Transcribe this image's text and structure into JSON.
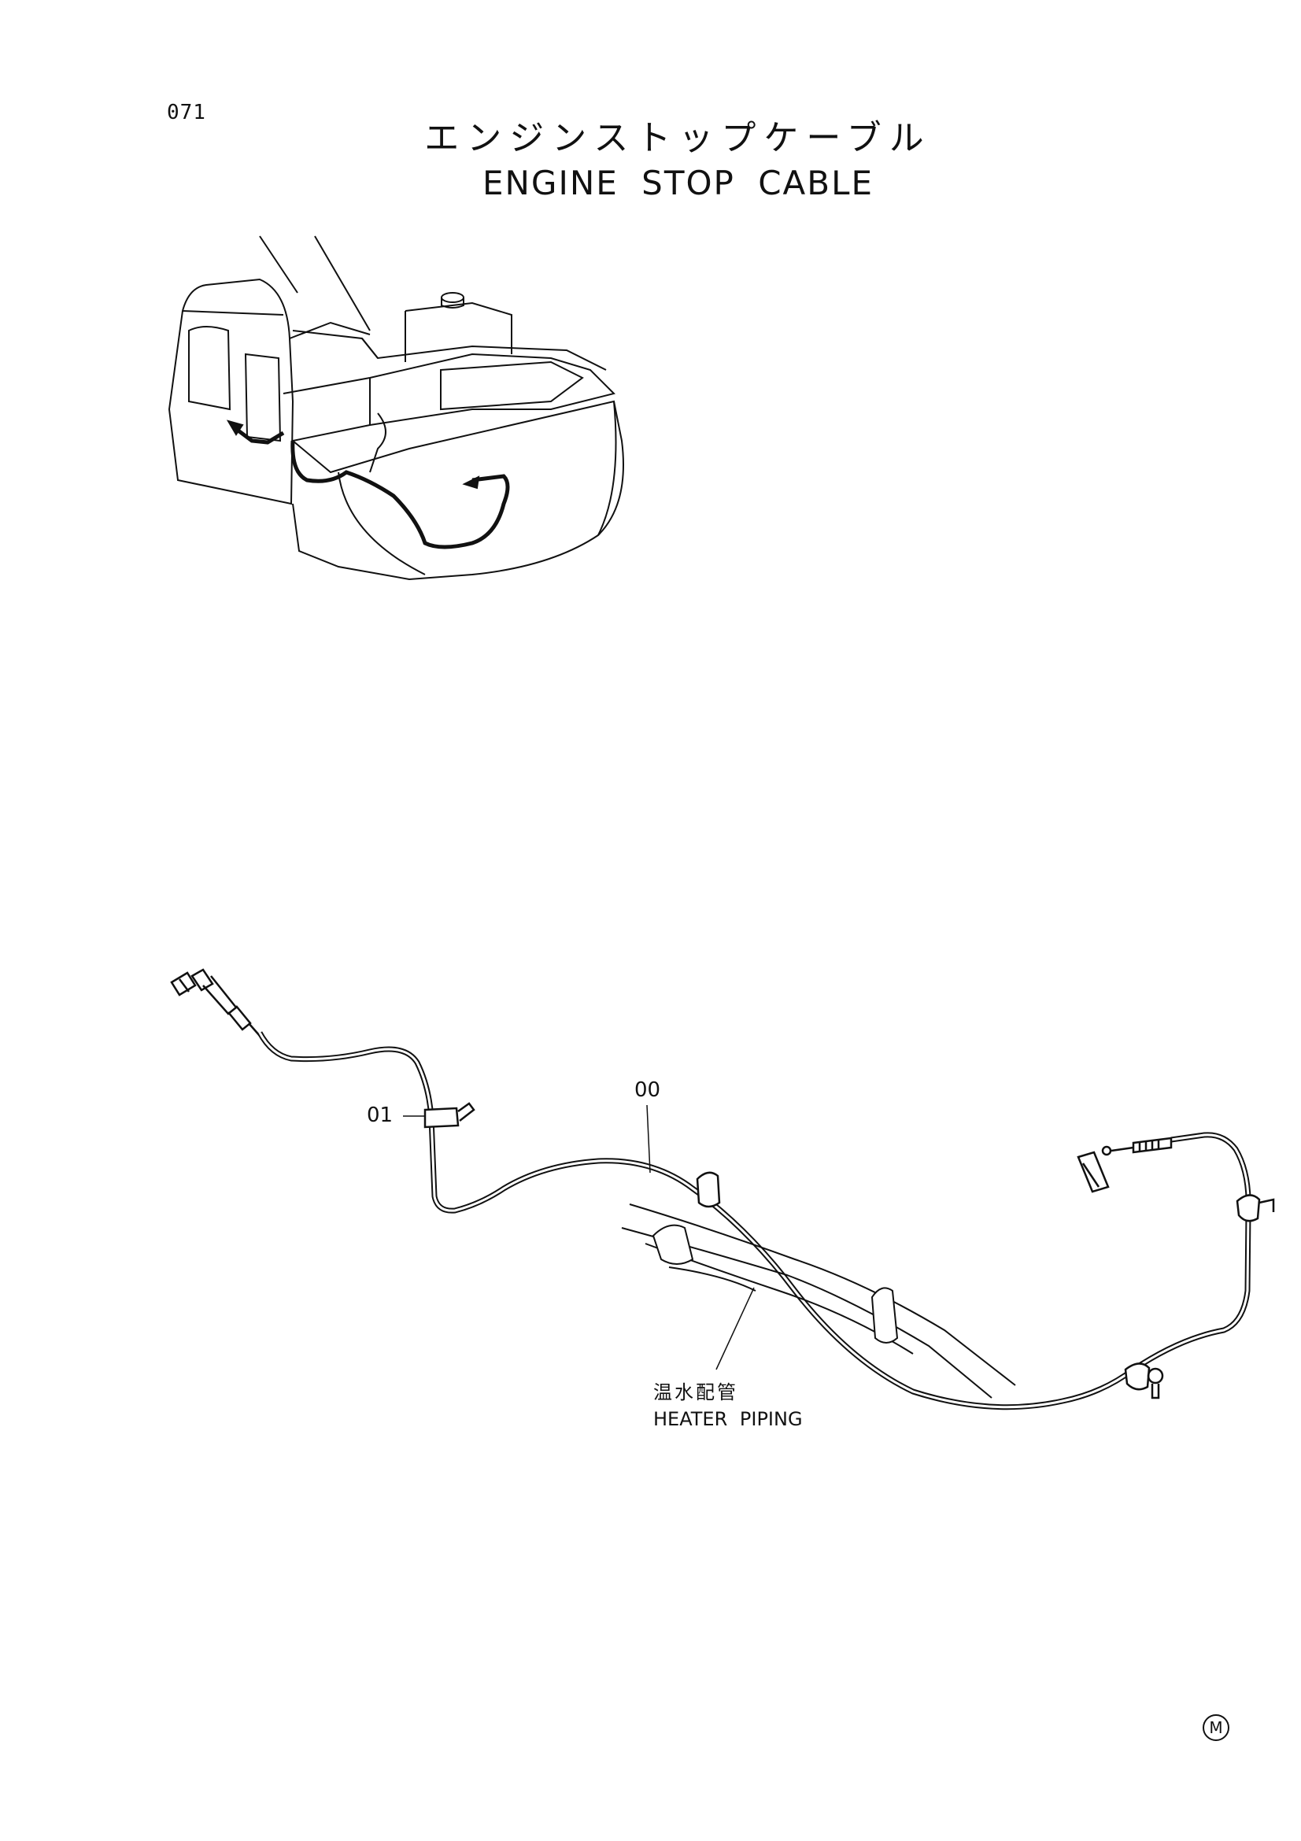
{
  "page": {
    "number": "071"
  },
  "title": {
    "japanese": "エンジンストップケーブル",
    "english": "ENGINE STOP CABLE"
  },
  "callouts": {
    "part_00": "00",
    "part_01": "01"
  },
  "heater_label": {
    "japanese": "温水配管",
    "english": "HEATER PIPING"
  },
  "marker": {
    "symbol": "M"
  },
  "colors": {
    "line": "#111111",
    "background": "#ffffff"
  }
}
